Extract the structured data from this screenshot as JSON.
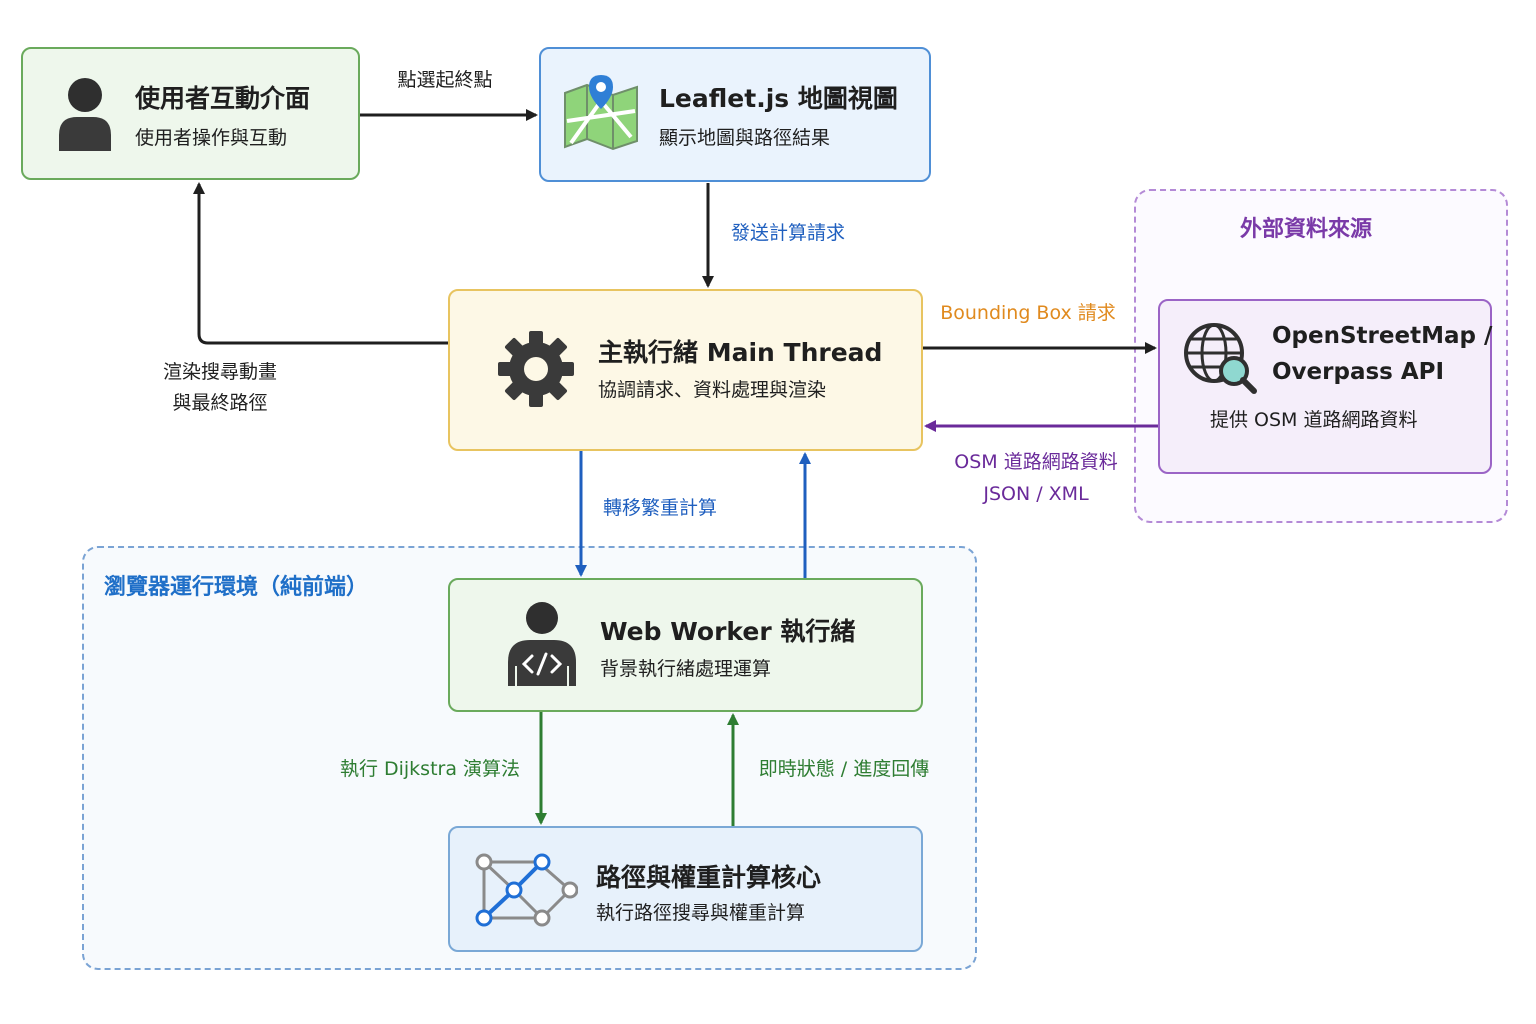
{
  "regions": {
    "browser": {
      "label": "瀏覽器運行環境（純前端）",
      "color": "#1f6fc8"
    },
    "external": {
      "label": "外部資料來源",
      "color": "#7a3aa8"
    }
  },
  "nodes": {
    "user_ui": {
      "title": "使用者互動介面",
      "subtitle": "使用者操作與互動",
      "icon": "user-icon"
    },
    "leaflet": {
      "title": "Leaflet.js 地圖視圖",
      "subtitle": "顯示地圖與路徑結果",
      "icon": "map-icon"
    },
    "main_thread": {
      "title": "主執行緒 Main Thread",
      "subtitle": "協調請求、資料處理與渲染",
      "icon": "gear-icon"
    },
    "osm": {
      "title_line1": "OpenStreetMap /",
      "title_line2": "Overpass API",
      "subtitle": "提供 OSM 道路網路資料",
      "icon": "globe-search-icon"
    },
    "worker": {
      "title": "Web Worker 執行緒",
      "subtitle": "背景執行緒處理運算",
      "icon": "developer-icon"
    },
    "core": {
      "title": "路徑與權重計算核心",
      "subtitle": "執行路徑搜尋與權重計算",
      "icon": "graph-icon"
    }
  },
  "edges": {
    "select_points": {
      "label": "點選起終點",
      "color": "#1f1f1f"
    },
    "send_request": {
      "label": "發送計算請求",
      "color": "#1f5fbf"
    },
    "render_result": {
      "line1": "渲染搜尋動畫",
      "line2": "與最終路徑",
      "color": "#1f1f1f"
    },
    "bbox_request": {
      "label": "Bounding Box 請求",
      "color": "#e08a1e"
    },
    "osm_data": {
      "line1": "OSM 道路網路資料",
      "line2": "JSON / XML",
      "color": "#6a2a9a"
    },
    "offload": {
      "label": "轉移繁重計算",
      "color": "#1f5fbf"
    },
    "run_dijkstra": {
      "label": "執行 Dijkstra 演算法",
      "color": "#2e7d32"
    },
    "progress": {
      "label": "即時狀態 / 進度回傳",
      "color": "#2e7d32"
    }
  }
}
